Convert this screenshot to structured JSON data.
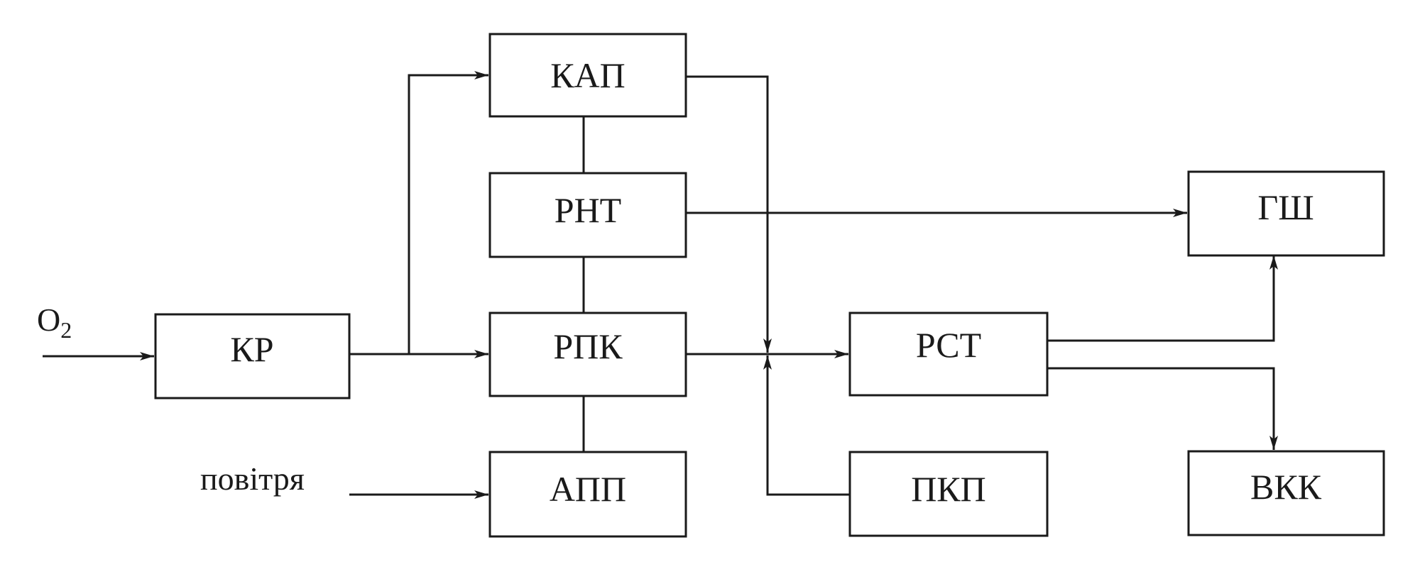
{
  "diagram": {
    "inputs": {
      "oxygen": {
        "symbol": "O",
        "subscript": "2"
      },
      "air": "повітря"
    },
    "blocks": {
      "kap": "КАП",
      "rnt": "РНТ",
      "rpk": "РПК",
      "app": "АПП",
      "kr": "КР",
      "rst": "РСТ",
      "pkp": "ПКП",
      "gsh": "ГШ",
      "vkk": "ВКК"
    },
    "colors": {
      "line": "#1a1a1a",
      "background": "#ffffff"
    }
  }
}
